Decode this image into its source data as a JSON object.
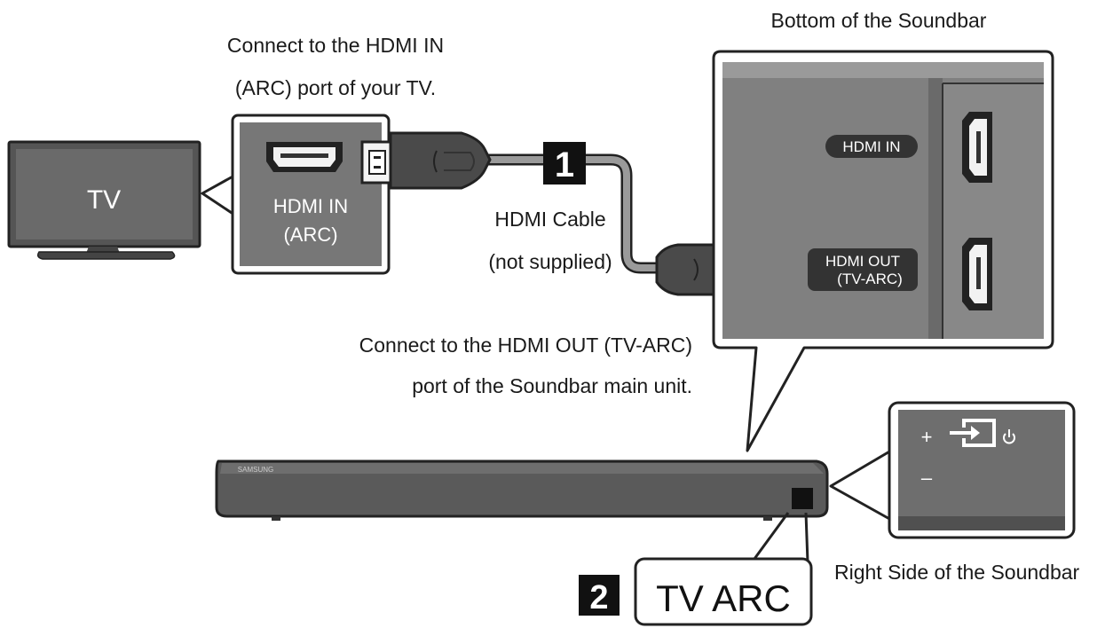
{
  "tv": {
    "label": "TV"
  },
  "tv_port": {
    "caption_line1": "Connect to the HDMI IN",
    "caption_line2": "(ARC) port of your TV.",
    "label_line1": "HDMI IN",
    "label_line2": "(ARC)"
  },
  "cable": {
    "step_number": "1",
    "label_line1": "HDMI Cable",
    "label_line2": "(not supplied)"
  },
  "soundbar_bottom": {
    "title": "Bottom of the Soundbar",
    "port_in_label": "HDMI IN",
    "port_out_label_line1": "HDMI OUT",
    "port_out_label_line2": "(TV-ARC)"
  },
  "soundbar_connect": {
    "caption_line1": "Connect to the HDMI OUT (TV-ARC)",
    "caption_line2": "port of the Soundbar main unit."
  },
  "soundbar": {
    "brand": "SAMSUNG"
  },
  "soundbar_side": {
    "plus": "+",
    "minus": "–",
    "caption": "Right Side of the Soundbar",
    "icons": [
      "source-icon",
      "power-icon"
    ]
  },
  "step2": {
    "step_number": "2",
    "label": "TV ARC"
  },
  "colors": {
    "panel_gray": "#777777",
    "device_dark": "#4a4a4a",
    "cable_gray": "#888888",
    "outline": "#222222"
  }
}
